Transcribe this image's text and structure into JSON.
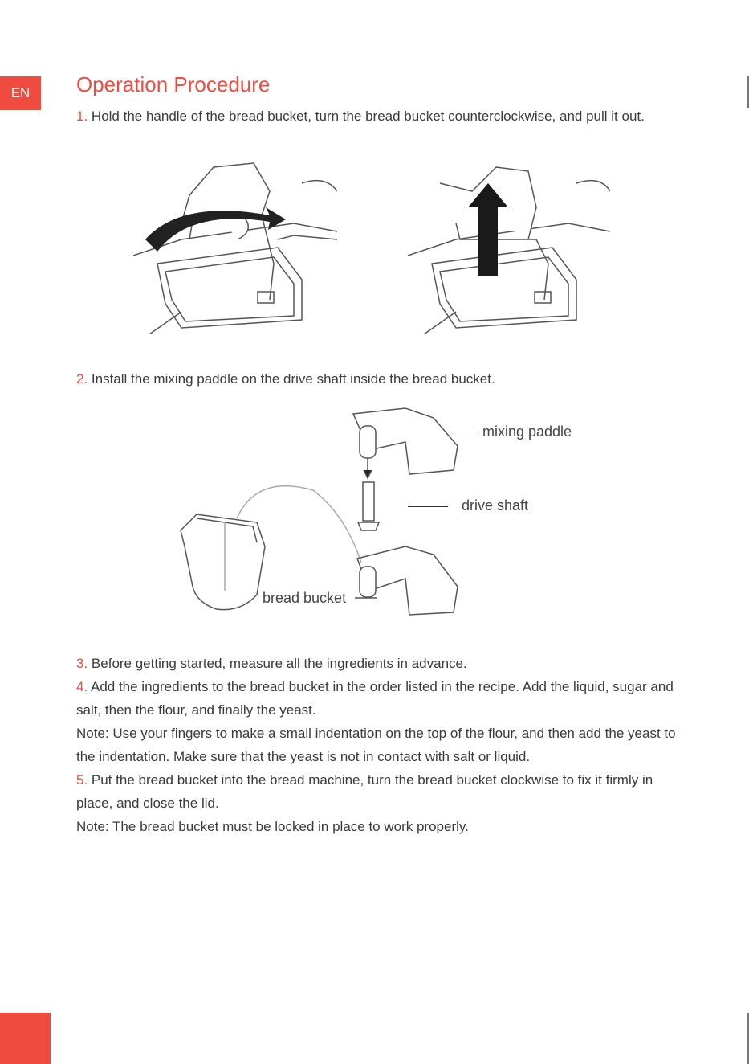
{
  "sidebar": {
    "lang": "EN"
  },
  "title": "Operation Procedure",
  "steps": [
    {
      "num": "1.",
      "text": "Hold the handle of the bread bucket, turn the bread bucket counterclockwise, and pull it out."
    },
    {
      "num": "2.",
      "text": "Install the mixing paddle on the drive shaft inside the bread bucket."
    },
    {
      "num": "3.",
      "text": "Before getting started, measure all the ingredients in advance."
    },
    {
      "num": "4.",
      "text": "Add the ingredients to the bread bucket in the order listed in the recipe. Add the liquid, sugar and salt, then the flour, and finally the yeast."
    },
    {
      "num": "5.",
      "text": "Put the bread bucket into the bread machine, turn the bread bucket clockwise to fix it firmly in place, and close the lid."
    }
  ],
  "notes": {
    "note1": "Note: Use your fingers to make a small indentation on the top of the flour, and then add the yeast to the indentation. Make sure that the yeast is not in contact with salt or liquid.",
    "note2": "Note: The bread bucket must be locked in place to work properly."
  },
  "labels": {
    "mixing_paddle": "mixing paddle",
    "drive_shaft": "drive shaft",
    "bread_bucket": "bread bucket"
  },
  "colors": {
    "accent": "#ef4c3f"
  }
}
